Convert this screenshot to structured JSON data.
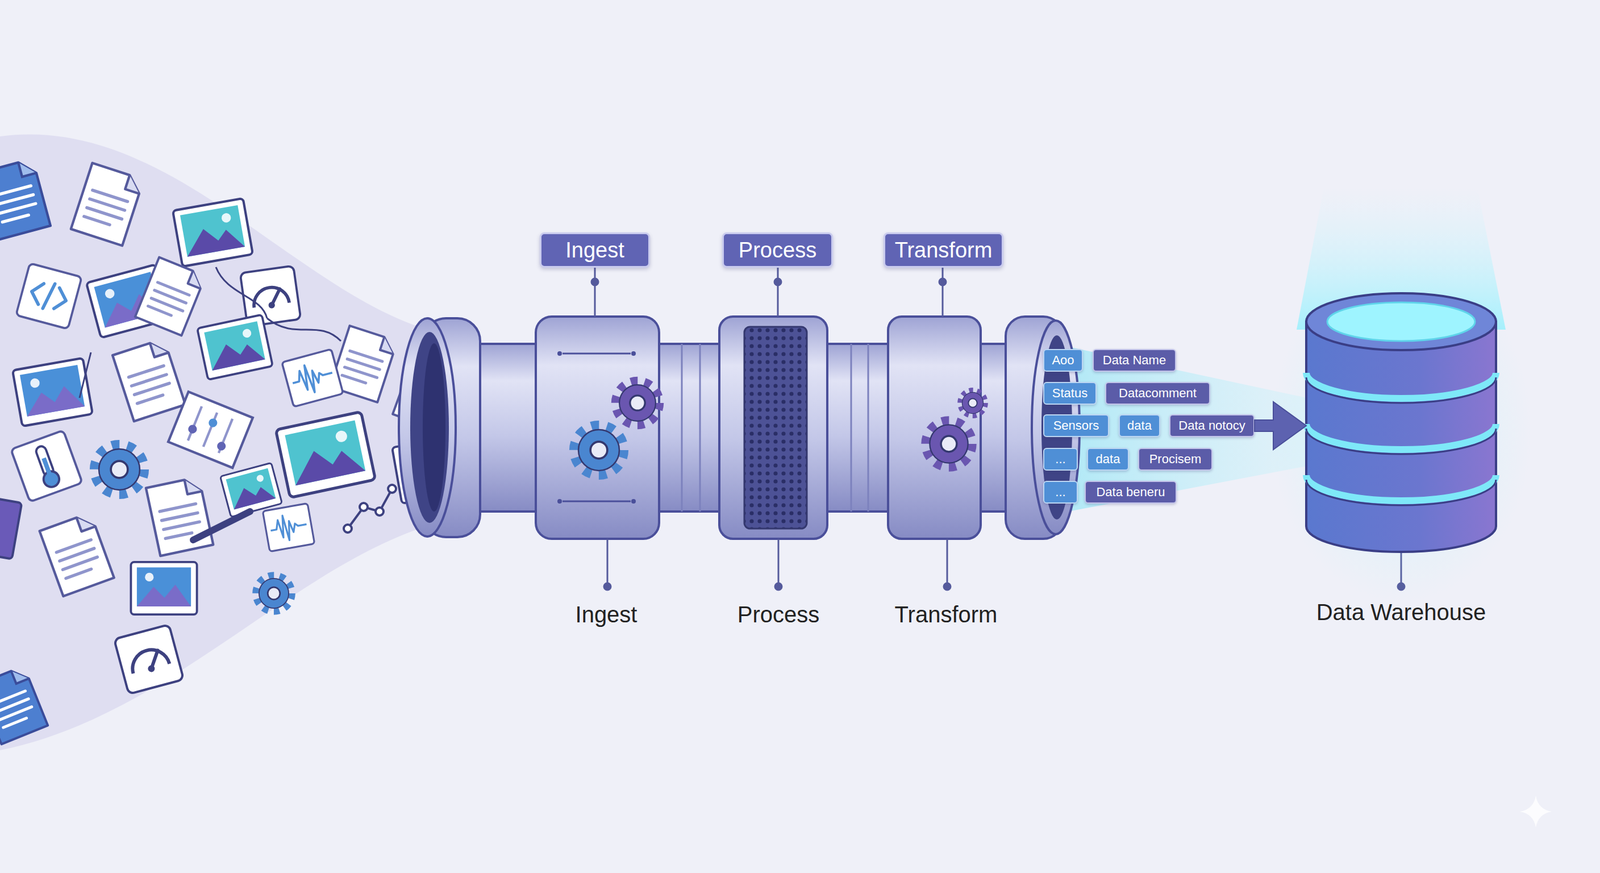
{
  "diagram": {
    "nodes": [
      {
        "text": [
          "Ingest"
        ]
      },
      {
        "text": [
          "Process"
        ]
      },
      {
        "text": [
          "Transform"
        ]
      },
      {
        "text": [
          "Aoo"
        ]
      },
      {
        "text": [
          "Data Name"
        ]
      },
      {
        "text": [
          "Status"
        ]
      },
      {
        "text": [
          "Datacomment"
        ]
      },
      {
        "text": [
          "Sensors"
        ]
      },
      {
        "text": [
          "data"
        ]
      },
      {
        "text": [
          "Data notocy"
        ]
      },
      {
        "text": [
          "..."
        ]
      },
      {
        "text": [
          "data"
        ]
      },
      {
        "text": [
          "Procisem"
        ]
      },
      {
        "text": [
          "..."
        ]
      },
      {
        "text": [
          "Data beneru"
        ]
      },
      {
        "text": [
          "Data Warehouse"
        ]
      }
    ],
    "edges": [
      {
        "from": 9,
        "to": 15,
        "arrow": "to"
      }
    ],
    "labels": [
      "Ingest",
      "Process",
      "Transform"
    ]
  }
}
